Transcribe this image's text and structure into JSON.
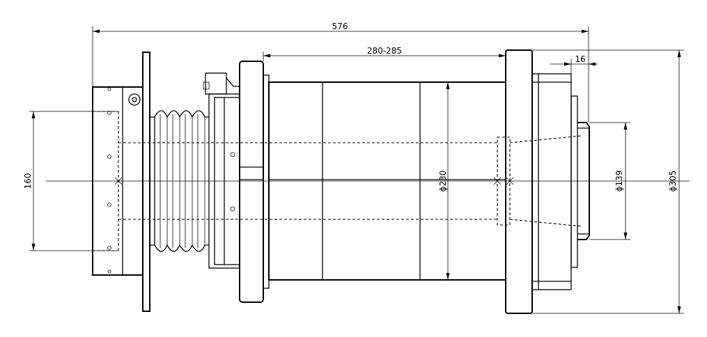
{
  "dimensions": {
    "overall_length": "576",
    "body_length": "280-285",
    "nose_offset": "16",
    "bore_center_distance": "160",
    "body_diameter": "ϕ230",
    "nose_diameter": "ϕ139",
    "flange_diameter": "ϕ305"
  },
  "colors": {
    "line": "#000000",
    "background": "#ffffff"
  }
}
